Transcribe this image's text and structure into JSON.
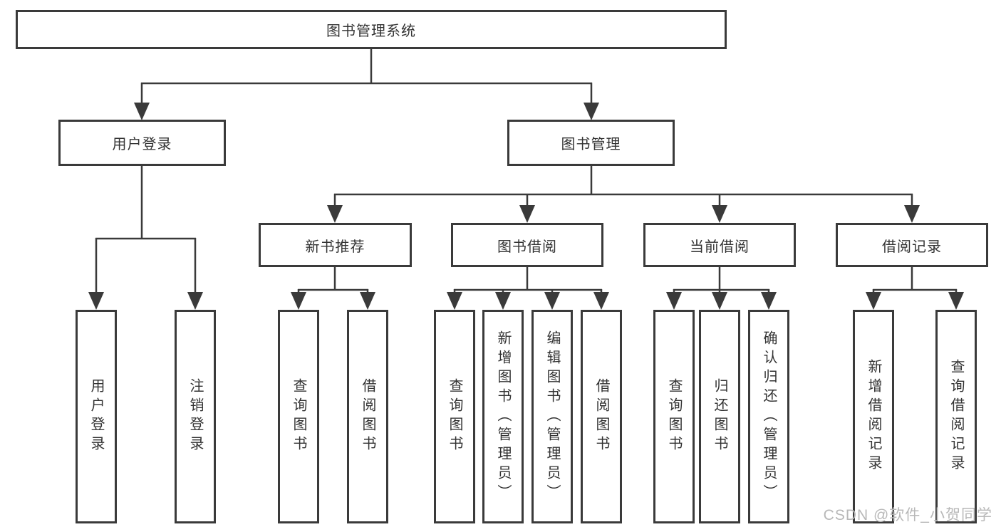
{
  "diagram": {
    "root": {
      "label": "图书管理系统"
    },
    "level1": [
      {
        "label": "用户登录"
      },
      {
        "label": "图书管理"
      }
    ],
    "level2": [
      {
        "label": "新书推荐"
      },
      {
        "label": "图书借阅"
      },
      {
        "label": "当前借阅"
      },
      {
        "label": "借阅记录"
      }
    ],
    "leaves": [
      {
        "label": "用户登录"
      },
      {
        "label": "注销登录"
      },
      {
        "label": "查询图书"
      },
      {
        "label": "借阅图书"
      },
      {
        "label": "查询图书"
      },
      {
        "label": "新增图书（管理员）"
      },
      {
        "label": "编辑图书（管理员）"
      },
      {
        "label": "借阅图书"
      },
      {
        "label": "查询图书"
      },
      {
        "label": "归还图书"
      },
      {
        "label": "确认归还（管理员）"
      },
      {
        "label": "新增借阅记录"
      },
      {
        "label": "查询借阅记录"
      }
    ]
  },
  "watermark": {
    "text": "CSDN @软件_小贺同学"
  },
  "colors": {
    "line": "#3a3a3a",
    "text": "#333333",
    "watermark": "#b8b8b8",
    "background": "#ffffff"
  }
}
